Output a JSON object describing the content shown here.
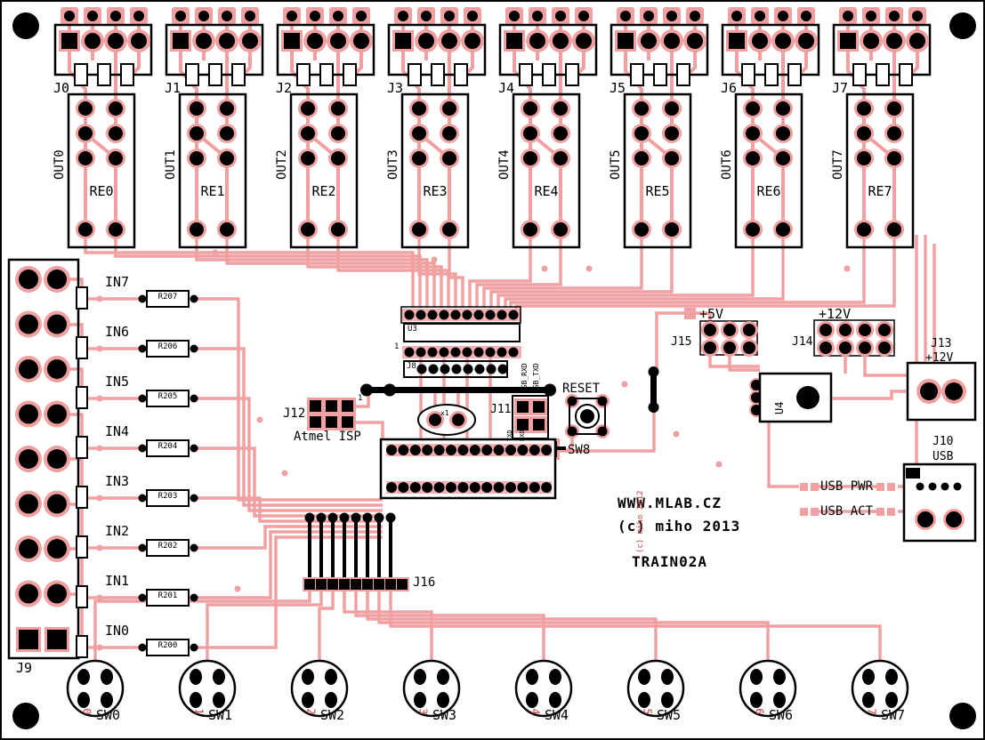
{
  "relay_modules": [
    {
      "connector": "J0",
      "relay": "RE0",
      "out": "OUT0"
    },
    {
      "connector": "J1",
      "relay": "RE1",
      "out": "OUT1"
    },
    {
      "connector": "J2",
      "relay": "RE2",
      "out": "OUT2"
    },
    {
      "connector": "J3",
      "relay": "RE3",
      "out": "OUT3"
    },
    {
      "connector": "J4",
      "relay": "RE4",
      "out": "OUT4"
    },
    {
      "connector": "J5",
      "relay": "RE5",
      "out": "OUT5"
    },
    {
      "connector": "J6",
      "relay": "RE6",
      "out": "OUT6"
    },
    {
      "connector": "J7",
      "relay": "RE7",
      "out": "OUT7"
    }
  ],
  "inputs": {
    "connector": "J9",
    "rows": [
      {
        "label": "IN7",
        "resistor": "R207"
      },
      {
        "label": "IN6",
        "resistor": "R206"
      },
      {
        "label": "IN5",
        "resistor": "R205"
      },
      {
        "label": "IN4",
        "resistor": "R204"
      },
      {
        "label": "IN3",
        "resistor": "R203"
      },
      {
        "label": "IN2",
        "resistor": "R202"
      },
      {
        "label": "IN1",
        "resistor": "R201"
      },
      {
        "label": "IN0",
        "resistor": "R200"
      }
    ]
  },
  "center": {
    "u3": "U3",
    "u3_pin1": "1",
    "j8": "J8",
    "usb_rxd": "USB_RXD",
    "usb_txd": "USB_TXD",
    "j12": "J12",
    "j12_pin1": "1",
    "isp": "Atmel ISP",
    "xtal": "x1",
    "j11": "J11",
    "txd": "TXD",
    "rxd": "RXD",
    "reset": "RESET",
    "sw8": "SW8",
    "j16": "J16"
  },
  "power": {
    "v5": "+5V",
    "j15": "J15",
    "v12": "+12V",
    "j14": "J14",
    "u4": "U4",
    "j13": "J13",
    "j13_voltage": "+12V",
    "j10": "J10",
    "j10_type": "USB",
    "usb_pwr": "USB PWR",
    "usb_act": "USB ACT"
  },
  "branding": {
    "site": "WWW.MLAB.CZ",
    "copyright": "(c) miho 2013",
    "title": "TRAIN02A",
    "copper_note": "(c) miho 2012"
  },
  "switches": [
    {
      "num": "0",
      "label": "SW0"
    },
    {
      "num": "1",
      "label": "SW1"
    },
    {
      "num": "2",
      "label": "SW2"
    },
    {
      "num": "3",
      "label": "SW3"
    },
    {
      "num": "4",
      "label": "SW4"
    },
    {
      "num": "5",
      "label": "SW5"
    },
    {
      "num": "6",
      "label": "SW6"
    },
    {
      "num": "7",
      "label": "SW7"
    }
  ]
}
